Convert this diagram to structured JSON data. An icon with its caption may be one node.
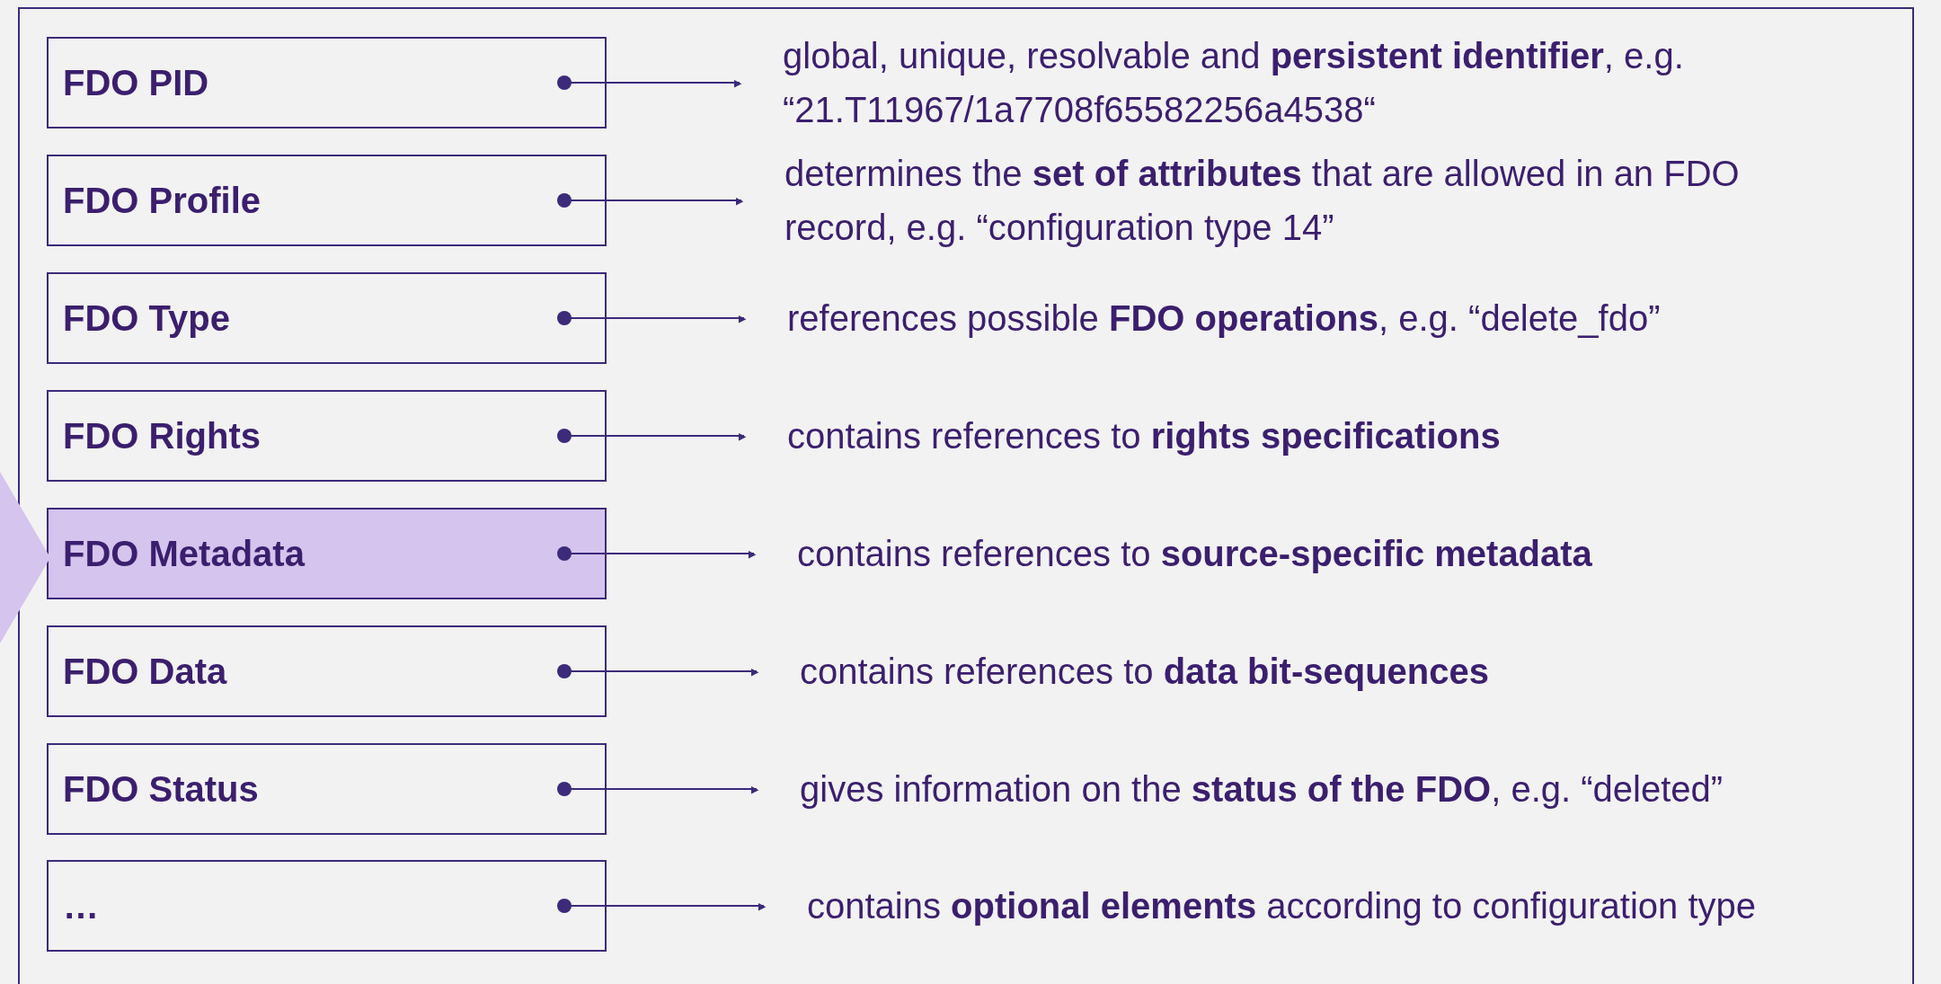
{
  "diagram": {
    "nodes": [
      {
        "text": [
          "FDO PID"
        ]
      },
      {
        "text": [
          "FDO Profile"
        ]
      },
      {
        "text": [
          "FDO Type"
        ]
      },
      {
        "text": [
          "FDO Rights"
        ]
      },
      {
        "text": [
          "FDO Metadata"
        ]
      },
      {
        "text": [
          "FDO Data"
        ]
      },
      {
        "text": [
          "FDO Status"
        ]
      },
      {
        "text": [
          "…"
        ]
      },
      {
        "text": [
          "global, unique, resolvable and **persistent identifier**, e.g. “21.T11967/1a7708f65582256a4538“"
        ]
      },
      {
        "text": [
          "determines the **set of attributes** that are allowed in an FDO record, e.g. “configuration type 14”"
        ]
      },
      {
        "text": [
          "references possible **FDO operations**, e.g. “delete_fdo”"
        ]
      },
      {
        "text": [
          "contains references to **rights specifications**"
        ]
      },
      {
        "text": [
          "contains references to **source-specific metadata**"
        ]
      },
      {
        "text": [
          "contains references to **data bit-sequences**"
        ]
      },
      {
        "text": [
          "gives information on the **status of the FDO**, e.g. “deleted”"
        ]
      },
      {
        "text": [
          "contains **optional elements** according to configuration type"
        ]
      },
      {
        "text": [],
        "shape": "chevron"
      }
    ],
    "edges": [
      {
        "from": 0,
        "to": 8,
        "arrow": "to"
      },
      {
        "from": 1,
        "to": 9,
        "arrow": "to"
      },
      {
        "from": 2,
        "to": 10,
        "arrow": "to"
      },
      {
        "from": 3,
        "to": 11,
        "arrow": "to"
      },
      {
        "from": 4,
        "to": 12,
        "arrow": "to"
      },
      {
        "from": 5,
        "to": 13,
        "arrow": "to"
      },
      {
        "from": 6,
        "to": 14,
        "arrow": "to"
      },
      {
        "from": 7,
        "to": 15,
        "arrow": "to"
      }
    ]
  }
}
